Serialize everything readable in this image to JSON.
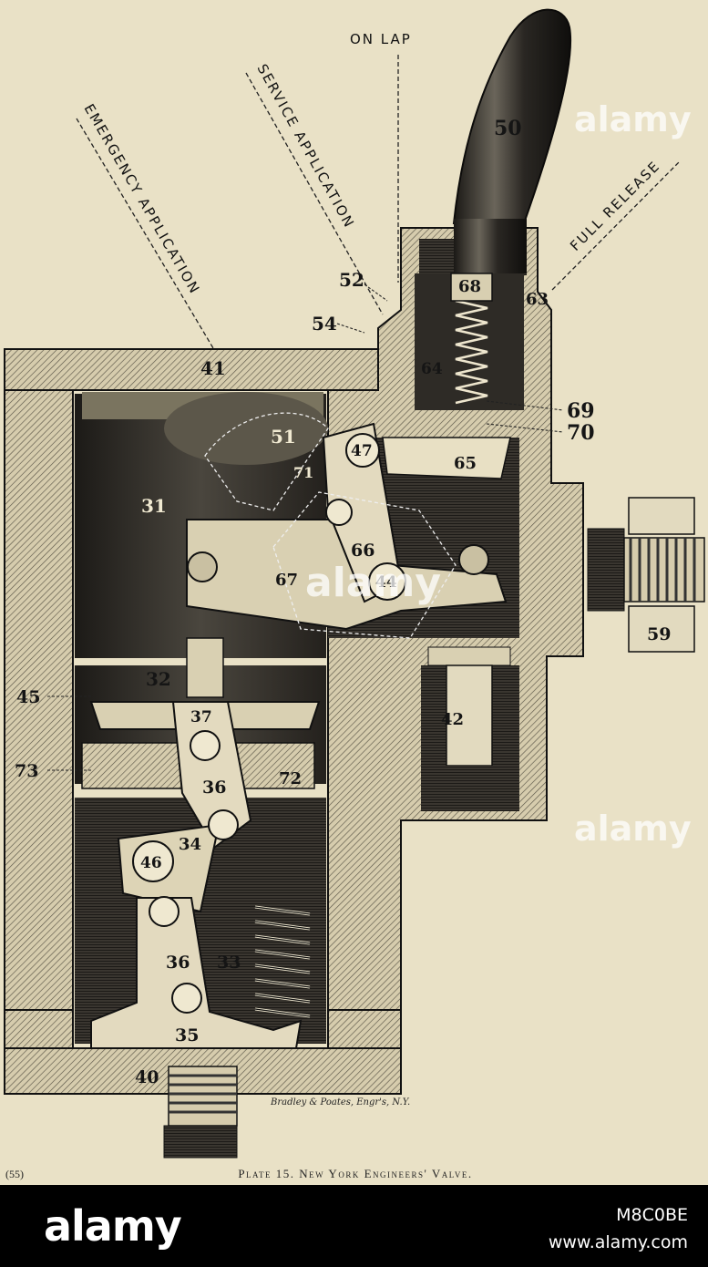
{
  "directions": {
    "on_lap": "ON LAP",
    "service": "SERVICE APPLICATION",
    "emergency": "EMERGENCY APPLICATION",
    "full_release": "FULL RELEASE"
  },
  "part_numbers": {
    "p50": "50",
    "p52": "52",
    "p54": "54",
    "p68": "68",
    "p63": "63",
    "p41": "41",
    "p64": "64",
    "p69": "69",
    "p70": "70",
    "p51": "51",
    "p47": "47",
    "p65": "65",
    "p71": "71",
    "p31": "31",
    "p66": "66",
    "p67": "67",
    "p44": "44",
    "p59": "59",
    "p32": "32",
    "p45": "45",
    "p42": "42",
    "p37": "37",
    "p36a": "36",
    "p73": "73",
    "p72": "72",
    "p34": "34",
    "p46": "46",
    "p33": "33",
    "p36b": "36",
    "p35": "35",
    "p40": "40"
  },
  "engraver_credit": "Bradley & Poates, Engr's, N.Y.",
  "caption": {
    "page_number": "(55)",
    "title": "Plate 15. New York Engineers' Valve."
  },
  "watermark": {
    "text": "alamy"
  },
  "footer": {
    "logo": "alamy",
    "image_id": "M8C0BE",
    "site": "www.alamy.com"
  },
  "colors": {
    "paper": "#e9e1c6",
    "ink": "#151515",
    "footer": "#000000"
  }
}
